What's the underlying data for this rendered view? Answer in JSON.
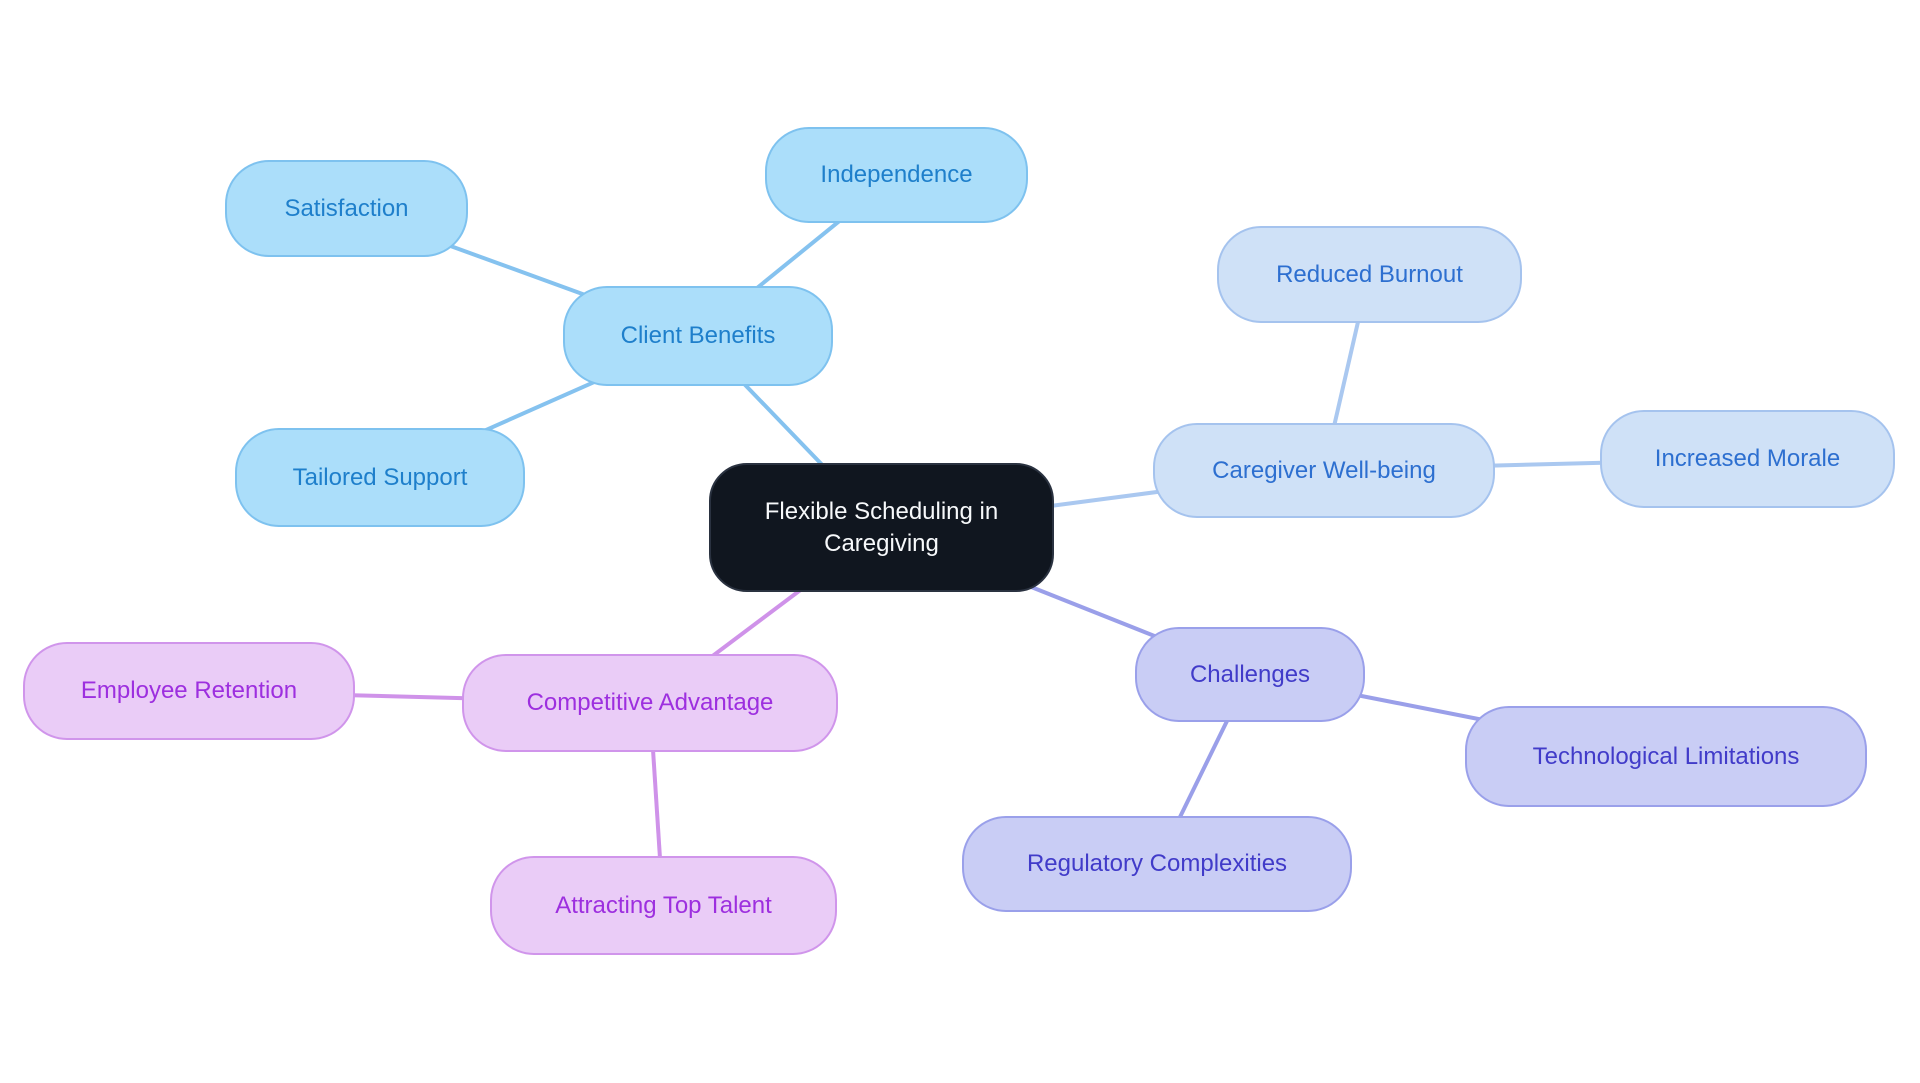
{
  "map": {
    "center": {
      "label": "Flexible Scheduling in Caregiving"
    },
    "branches": [
      {
        "label": "Client Benefits",
        "theme": {
          "fill": "#abdefa",
          "border": "#7ec2ef",
          "text": "#1e7fcb",
          "line": "#85c2ef"
        },
        "children": [
          {
            "label": "Satisfaction"
          },
          {
            "label": "Independence"
          },
          {
            "label": "Tailored Support"
          }
        ]
      },
      {
        "label": "Caregiver Well-being",
        "theme": {
          "fill": "#cfe1f7",
          "border": "#a5c3ee",
          "text": "#2d6fd0",
          "line": "#aac8f0"
        },
        "children": [
          {
            "label": "Reduced Burnout"
          },
          {
            "label": "Increased Morale"
          }
        ]
      },
      {
        "label": "Challenges",
        "theme": {
          "fill": "#c9cdf5",
          "border": "#9aa0ea",
          "text": "#413bc9",
          "line": "#9a9fe9"
        },
        "children": [
          {
            "label": "Technological Limitations"
          },
          {
            "label": "Regulatory Complexities"
          }
        ]
      },
      {
        "label": "Competitive Advantage",
        "theme": {
          "fill": "#eaccf7",
          "border": "#d095eb",
          "text": "#9d2fdf",
          "line": "#cf92e9"
        },
        "children": [
          {
            "label": "Employee Retention"
          },
          {
            "label": "Attracting Top Talent"
          }
        ]
      }
    ],
    "center_style": {
      "fill": "#10161f",
      "text": "#f7f9fb"
    },
    "background": "#ffffff"
  }
}
